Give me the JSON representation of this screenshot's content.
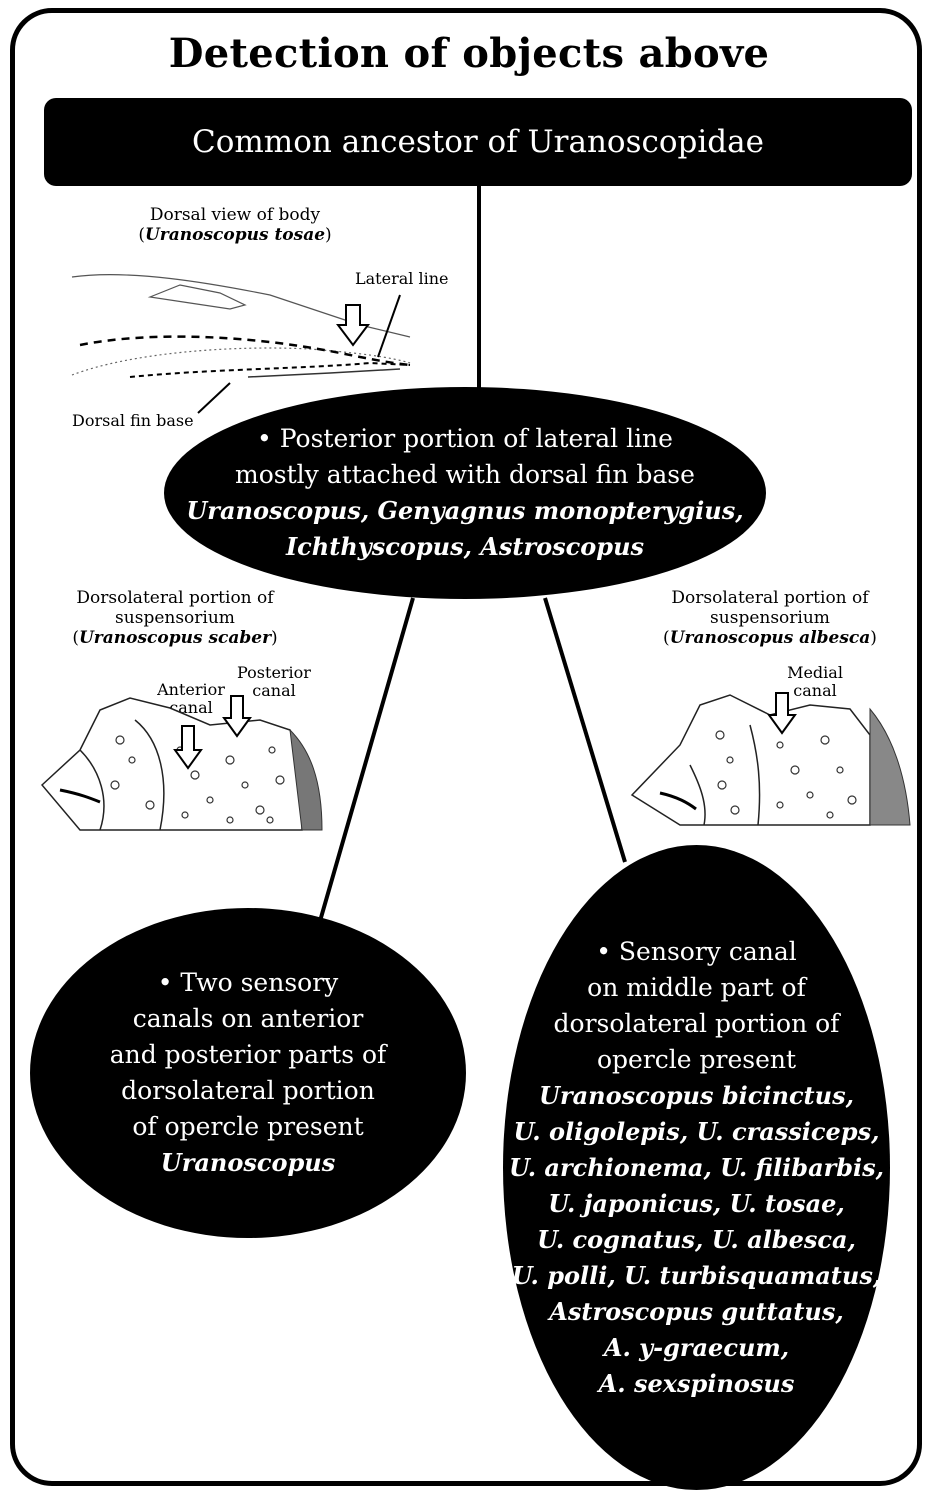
{
  "title": "Detection of objects above",
  "ancestor": {
    "label": "Common ancestor of Uranoscopidae"
  },
  "body_figure": {
    "caption_line1": "Dorsal view of body",
    "caption_species": "Uranoscopus tosae",
    "label_lateral_line": "Lateral line",
    "label_dorsal_fin_base": "Dorsal fin base"
  },
  "center_node": {
    "text_line1": "• Posterior portion of lateral line",
    "text_line2": "mostly attached with dorsal fin base",
    "species_line1": "Uranoscopus, Genyagnus monopterygius,",
    "species_line2": "Ichthyscopus, Astroscopus"
  },
  "left_figure": {
    "caption_line1": "Dorsolateral portion of",
    "caption_line2": "suspensorium",
    "caption_species": "Uranoscopus scaber",
    "label_anterior": "Anterior",
    "label_anterior_2": "canal",
    "label_posterior": "Posterior",
    "label_posterior_2": "canal"
  },
  "right_figure": {
    "caption_line1": "Dorsolateral portion of",
    "caption_line2": "suspensorium",
    "caption_species": "Uranoscopus albesca",
    "label_medial": "Medial",
    "label_medial_2": "canal"
  },
  "left_node": {
    "lines": [
      "• Two sensory",
      "canals on anterior",
      "and posterior parts of",
      "dorsolateral portion",
      "of opercle present"
    ],
    "species": "Uranoscopus"
  },
  "right_node": {
    "lines": [
      "• Sensory canal",
      "on middle part of",
      "dorsolateral portion of",
      "opercle present"
    ],
    "species": [
      "Uranoscopus bicinctus,",
      "U. oligolepis, U. crassiceps,",
      "U. archionema, U. filibarbis,",
      "U. japonicus, U. tosae,",
      "U. cognatus, U. albesca,",
      "U. polli, U. turbisquamatus,",
      "Astroscopus guttatus,",
      "A. y-graecum,",
      "A. sexspinosus"
    ]
  },
  "colors": {
    "fill": "#000000",
    "background": "#ffffff",
    "text_on_fill": "#ffffff"
  }
}
